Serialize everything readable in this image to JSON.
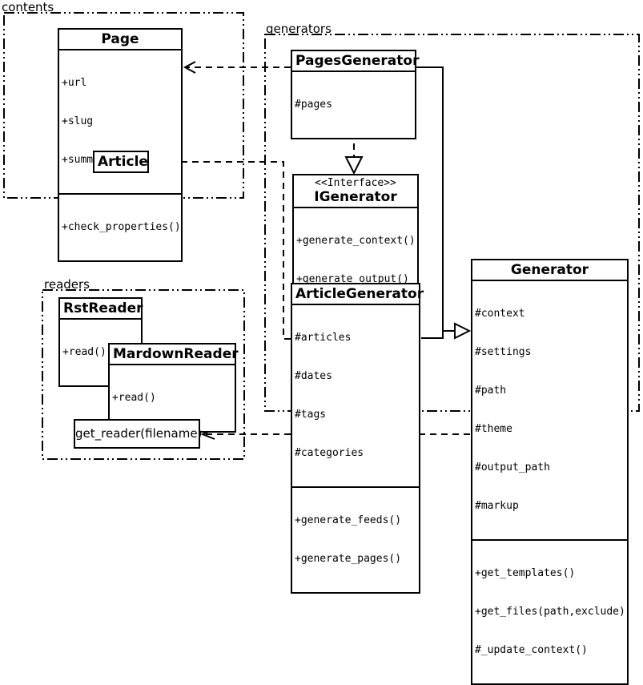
{
  "packages": {
    "contents": {
      "label": "contents"
    },
    "generators": {
      "label": "generators"
    },
    "readers": {
      "label": "readers"
    }
  },
  "classes": {
    "page": {
      "title": "Page",
      "attributes": [
        "+url",
        "+slug",
        "+summary"
      ],
      "operations": [
        "+check_properties()"
      ]
    },
    "article": {
      "title": "Article"
    },
    "pages_generator": {
      "title": "PagesGenerator",
      "attributes": [
        "#pages"
      ]
    },
    "igenerator": {
      "stereotype": "<<Interface>>",
      "title": "IGenerator",
      "operations": [
        "+generate_context()",
        "+generate_output()"
      ]
    },
    "article_generator": {
      "title": "ArticleGenerator",
      "attributes": [
        "#articles",
        "#dates",
        "#tags",
        "#categories"
      ],
      "operations": [
        "+generate_feeds()",
        "+generate_pages()"
      ]
    },
    "generator": {
      "title": "Generator",
      "attributes": [
        "#context",
        "#settings",
        "#path",
        "#theme",
        "#output_path",
        "#markup"
      ],
      "operations": [
        "+get_templates()",
        "+get_files(path,exclude)",
        "#_update_context()"
      ]
    },
    "rst_reader": {
      "title": "RstReader",
      "operations": [
        "+read()"
      ]
    },
    "mardown_reader": {
      "title": "MardownReader",
      "operations": [
        "+read()"
      ]
    },
    "get_reader": {
      "title": "get_reader(filename)"
    }
  },
  "colors": {
    "stroke": "#000000",
    "background": "#ffffff"
  }
}
